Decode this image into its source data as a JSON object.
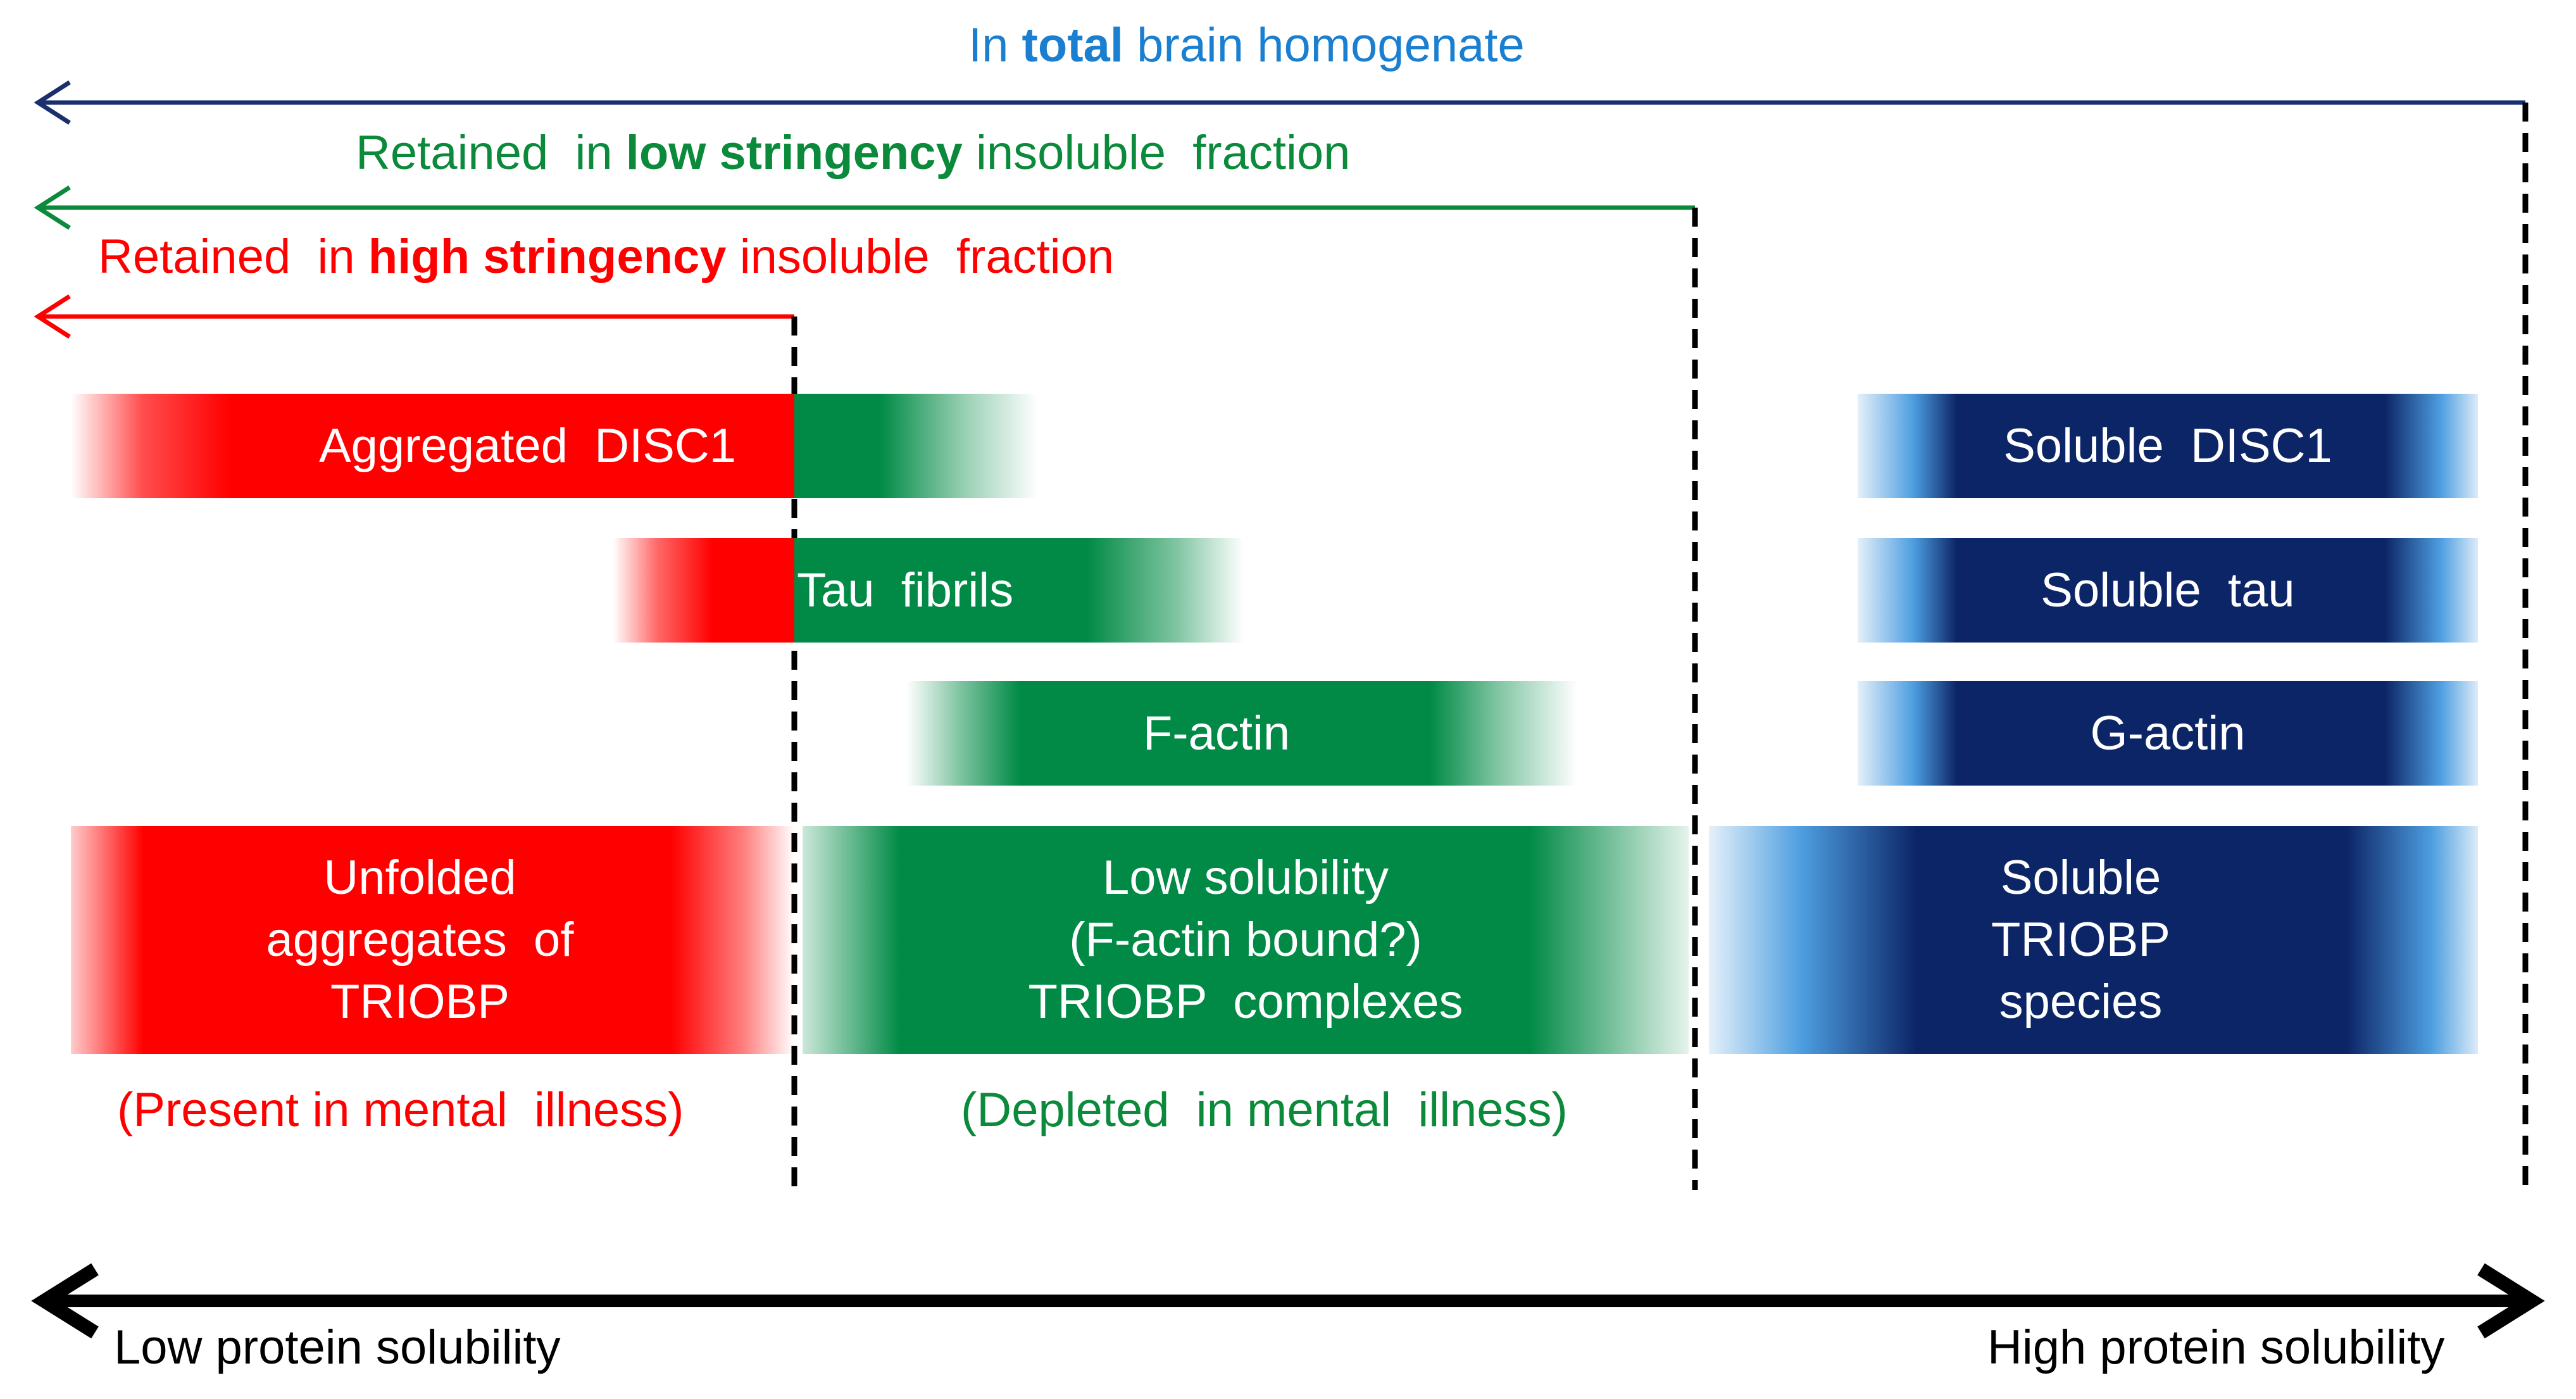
{
  "brackets": {
    "total": {
      "prefix": "In",
      "bold": "total",
      "suffix": "brain homogenate",
      "color": "#1a7fd0"
    },
    "low": {
      "prefix": "Retained  in",
      "bold": "low stringency",
      "suffix": "insoluble  fraction",
      "color": "#0a8a3a"
    },
    "high": {
      "prefix": "Retained  in",
      "bold": "high stringency",
      "suffix": "insoluble  fraction",
      "color": "#ff0000"
    }
  },
  "bars": {
    "aggregated_disc1": "Aggregated  DISC1",
    "tau_fibrils": "Tau  fibrils",
    "f_actin": "F-actin",
    "soluble_disc1": "Soluble  DISC1",
    "soluble_tau": "Soluble  tau",
    "g_actin": "G-actin",
    "unfolded": [
      "Unfolded",
      "aggregates  of",
      "TRIOBP"
    ],
    "low_solubility": [
      "Low solubility",
      "(F-actin bound?)",
      "TRIOBP  complexes"
    ],
    "soluble_triobp": [
      "Soluble",
      "TRIOBP",
      "species"
    ]
  },
  "notes": {
    "present": "(Present in mental  illness)",
    "depleted": "(Depleted  in mental  illness)"
  },
  "axis": {
    "low": "Low protein solubility",
    "high": "High protein solubility"
  },
  "colors": {
    "red": "#ff0000",
    "green": "#008a45",
    "navy": "#0c2567",
    "light_blue": "#4d9ee0",
    "dark_blue_line": "#1b2f6e",
    "black": "#000000"
  }
}
